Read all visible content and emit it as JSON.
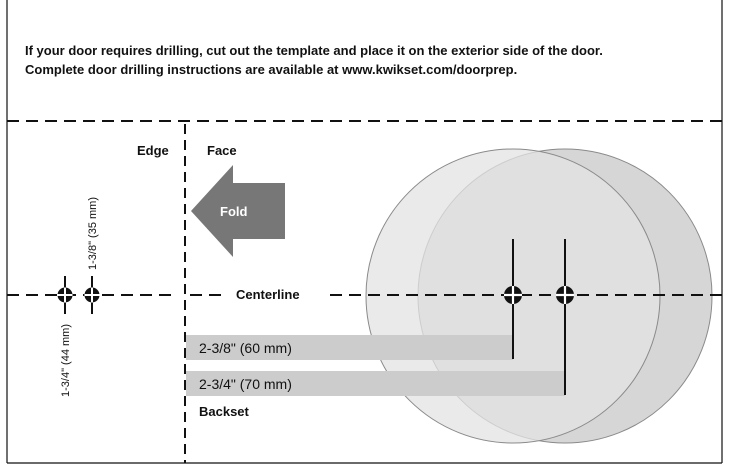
{
  "instructions": {
    "line1": "If your door requires drilling, cut out the template and place it on the exterior side of the door.",
    "line2": "Complete door drilling instructions are available at www.kwikset.com/doorprep."
  },
  "labels": {
    "edge": "Edge",
    "face": "Face",
    "fold": "Fold",
    "centerline": "Centerline",
    "backset": "Backset"
  },
  "dimensions": {
    "backset_60": "2-3/8\" (60 mm)",
    "backset_70": "2-3/4\" (70 mm)",
    "door_thickness_44": "1-3/4\" (44 mm)",
    "door_thickness_35": "1-3/8\" (35 mm)"
  },
  "colors": {
    "circle_fill": "#d9d9d9",
    "backset_bar": "#cccccc",
    "fold_arrow": "#777777",
    "line": "#111111"
  }
}
